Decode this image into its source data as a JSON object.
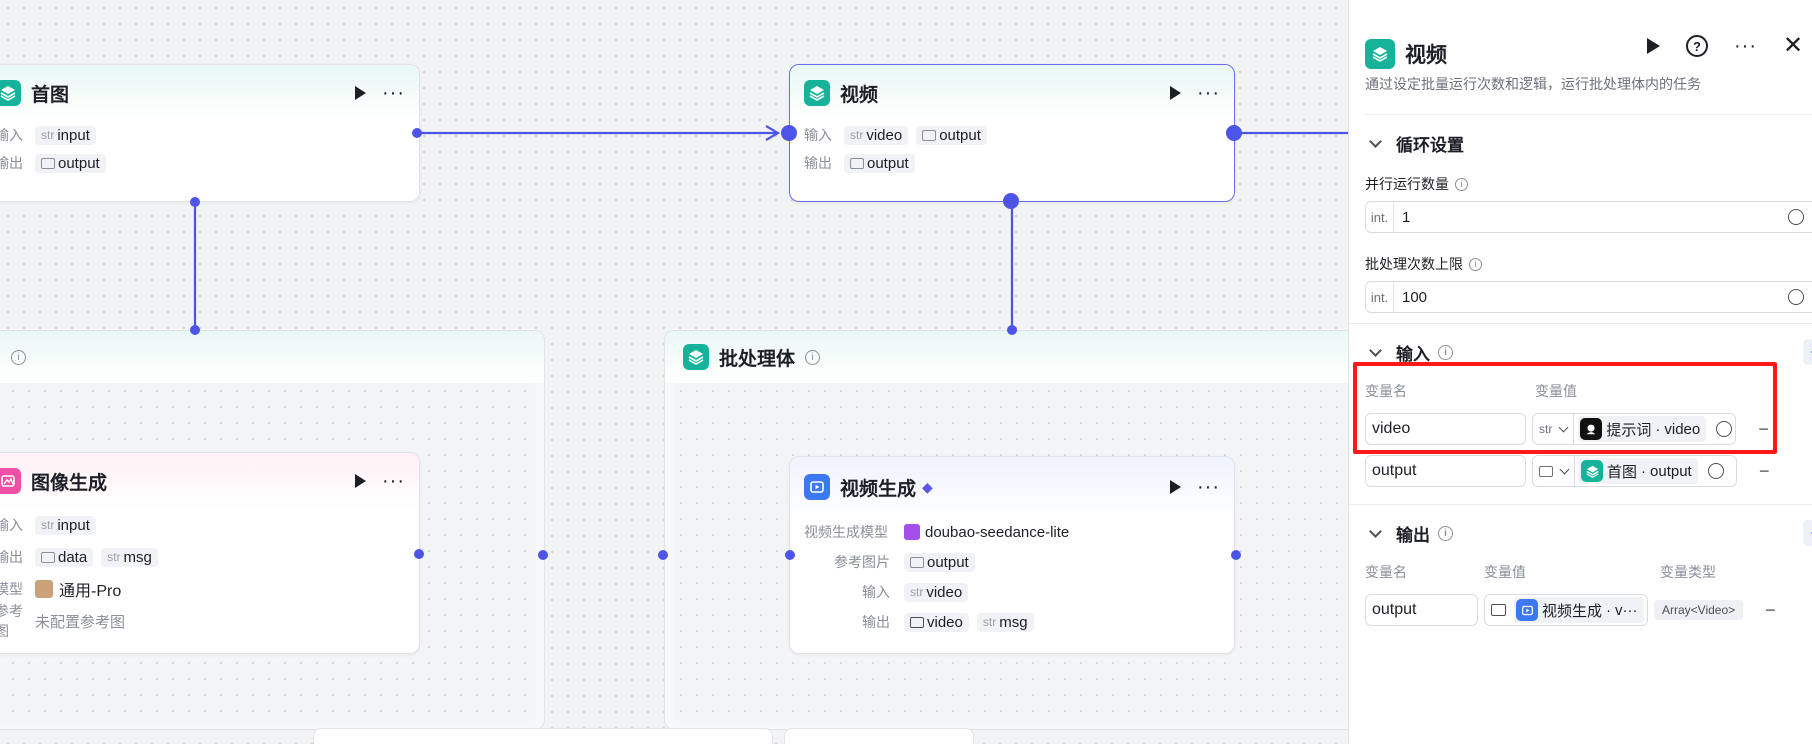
{
  "canvas": {
    "node_first": {
      "title": "首图",
      "input_label": "输入",
      "input_type": "str",
      "input_name": "input",
      "output_label": "输出",
      "output_name": "output"
    },
    "node_video": {
      "title": "视频",
      "input_label": "输入",
      "input_type": "str",
      "input_name": "video",
      "input2_name": "output",
      "output_label": "输出",
      "output_name": "output"
    },
    "group_left": {
      "info": "i"
    },
    "group_batch": {
      "title": "批处理体",
      "info": "i"
    },
    "node_image_gen": {
      "title": "图像生成",
      "input_label": "输入",
      "input_type": "str",
      "input_name": "input",
      "output_label": "输出",
      "output_name": "data",
      "output2_type": "str",
      "output2_name": "msg",
      "model_label": "模型",
      "model_value": "通用-Pro",
      "ref_label": "参考图",
      "ref_value": "未配置参考图"
    },
    "node_video_gen": {
      "title": "视频生成",
      "model_label": "视频生成模型",
      "model_value": "doubao-seedance-lite",
      "ref_label": "参考图片",
      "ref_value": "output",
      "input_label": "输入",
      "input_type": "str",
      "input_name": "video",
      "output_label": "输出",
      "output_name": "video",
      "output2_type": "str",
      "output2_name": "msg"
    }
  },
  "panel": {
    "title": "视频",
    "description": "通过设定批量运行次数和逻辑，运行批处理体内的任务",
    "loop_section": "循环设置",
    "parallel_label": "并行运行数量",
    "parallel_prefix": "int.",
    "parallel_value": "1",
    "max_label": "批处理次数上限",
    "max_prefix": "int.",
    "max_value": "100",
    "input_section": "输入",
    "col_name": "变量名",
    "col_value": "变量值",
    "input_rows": [
      {
        "name": "video",
        "type": "str",
        "ref_node": "提示词",
        "ref_var": "video"
      },
      {
        "name": "output",
        "type": "img",
        "ref_node": "首图",
        "ref_var": "output"
      }
    ],
    "output_section": "输出",
    "out_col_name": "变量名",
    "out_col_value": "变量值",
    "out_col_type": "变量类型",
    "output_rows": [
      {
        "name": "output",
        "ref_node": "视频生成",
        "ref_var": "v···",
        "type": "Array<Video>"
      }
    ],
    "plus": "+",
    "minus": "−"
  },
  "colors": {
    "accent": "#4d55e8",
    "teal": "#16b39a",
    "pink": "#ef4fa4",
    "blue": "#3b78f2",
    "highlight": "#ff1a1a"
  }
}
